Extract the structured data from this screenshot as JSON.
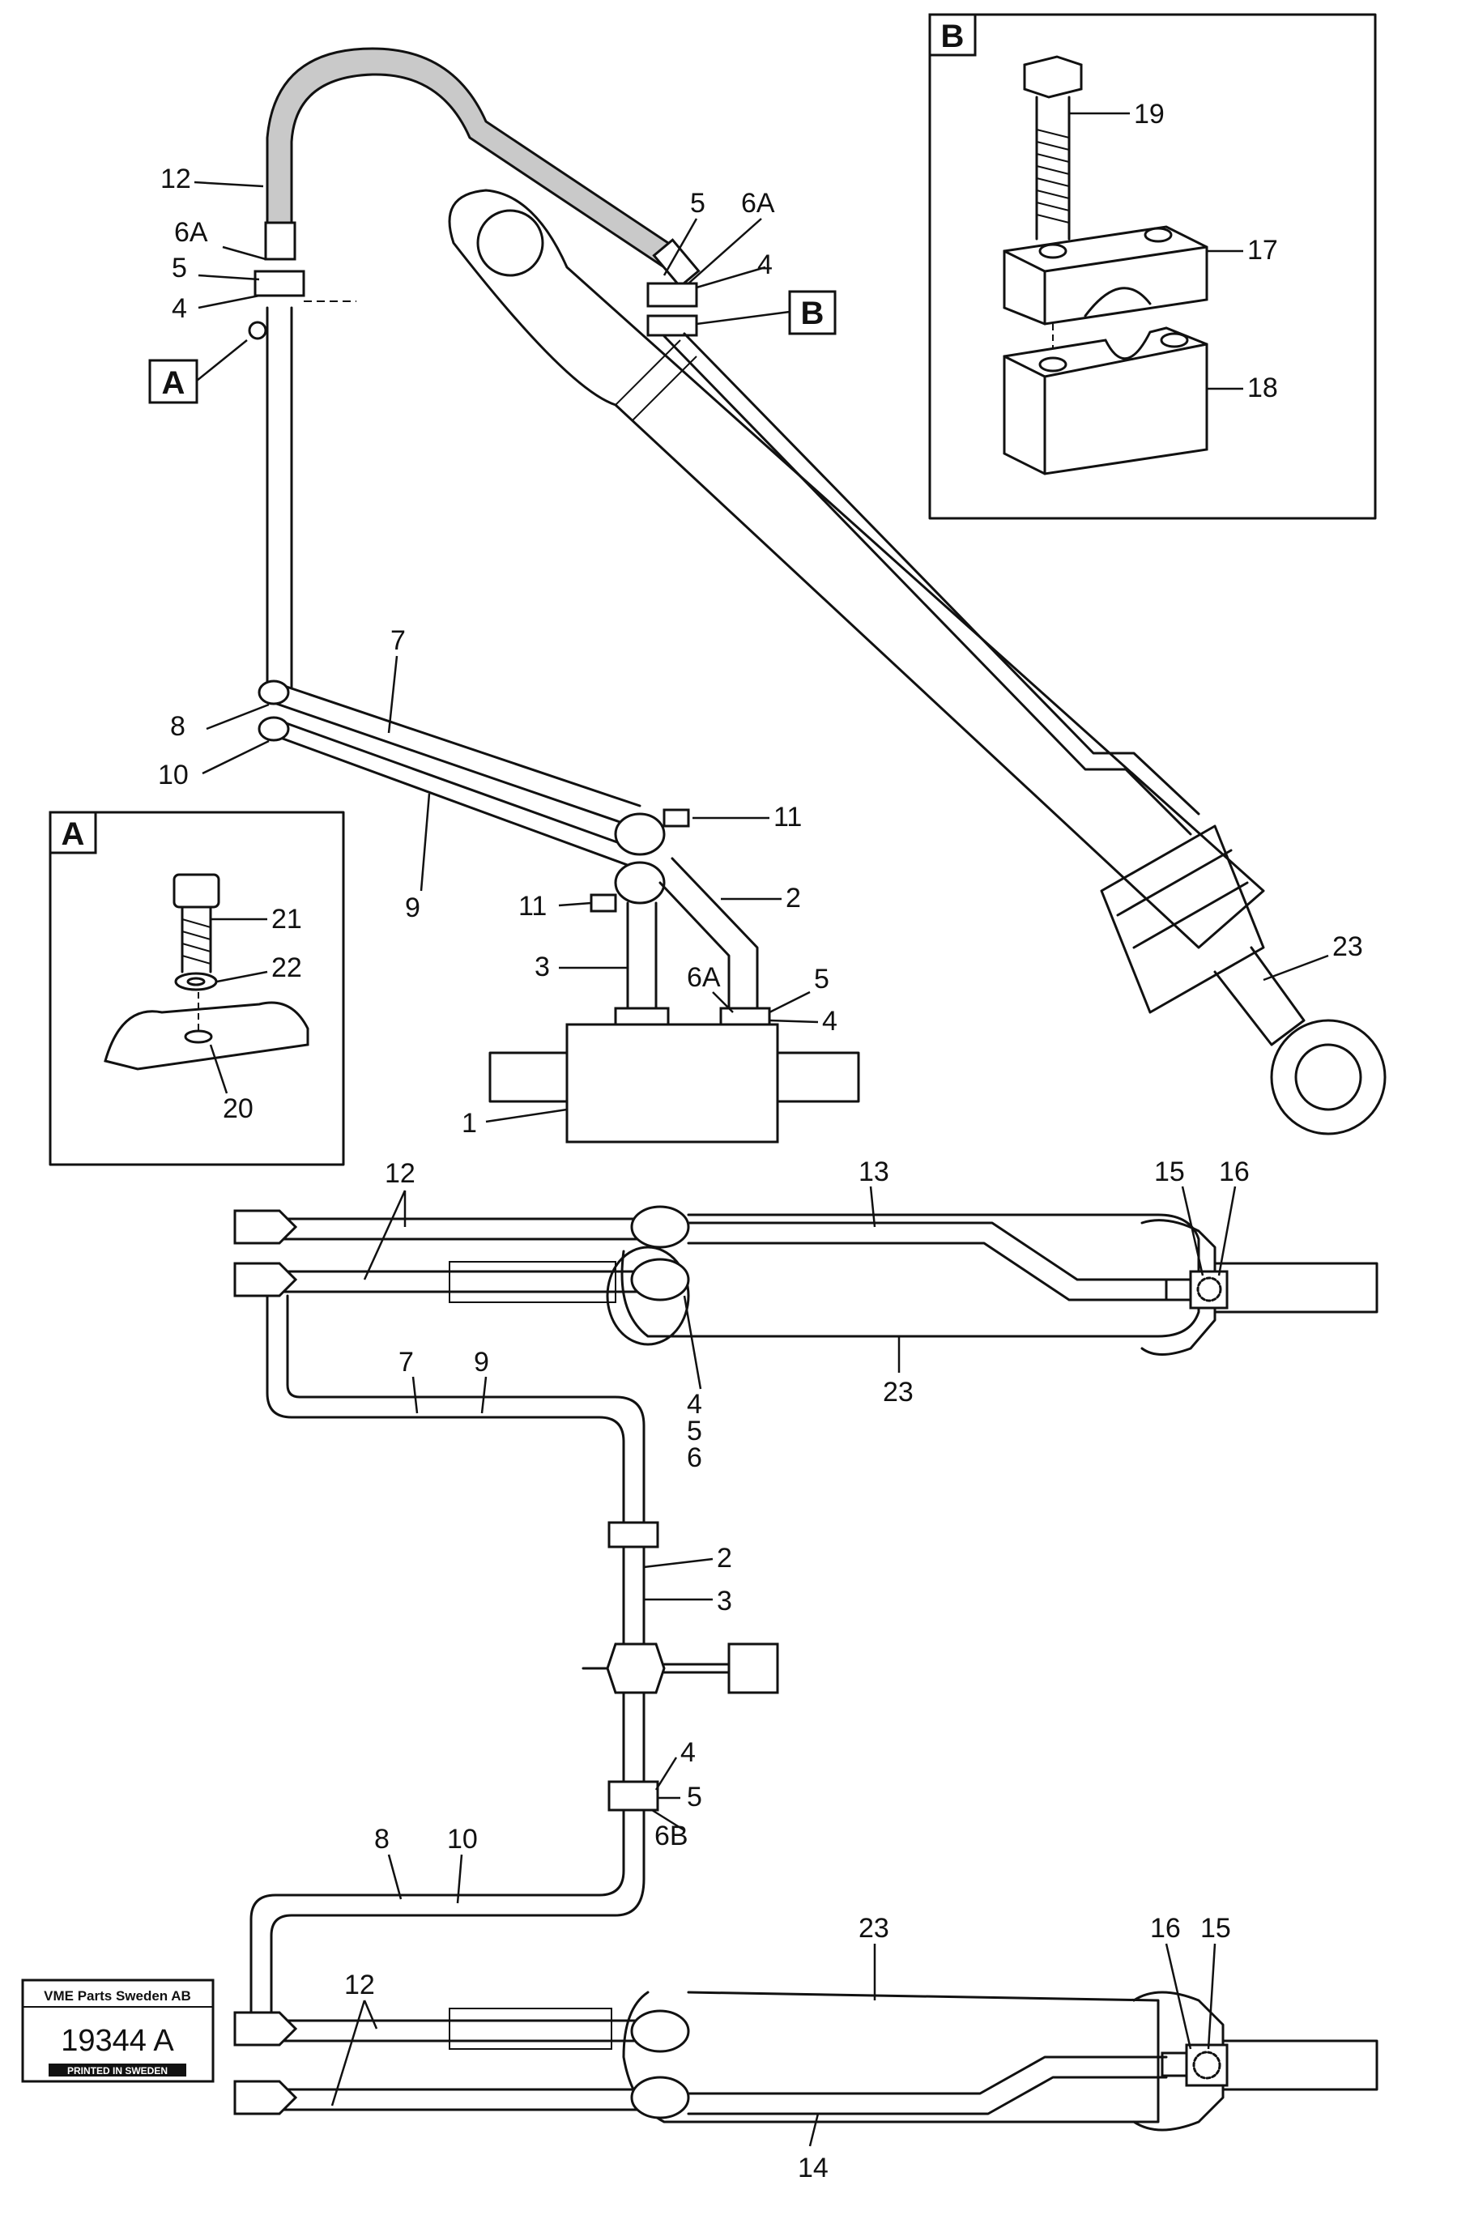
{
  "labels": {
    "top_12": "12",
    "top_6A_left": "6A",
    "top_5_left": "5",
    "top_4_left": "4",
    "top_5_right": "5",
    "top_6A_right": "6A",
    "top_4_right": "4",
    "top_7": "7",
    "top_8": "8",
    "top_10": "10",
    "top_9": "9",
    "top_11_upper": "11",
    "top_11_lower": "11",
    "top_2": "2",
    "top_3": "3",
    "top_6A_valve": "6A",
    "top_5_valve": "5",
    "top_4_valve": "4",
    "top_1": "1",
    "top_23": "23",
    "mid_12": "12",
    "mid_13": "13",
    "mid_15": "15",
    "mid_16": "16",
    "mid_23": "23",
    "mid_4": "4",
    "mid_5": "5",
    "mid_6": "6",
    "mid_7": "7",
    "mid_9": "9",
    "mid_2": "2",
    "mid_3": "3",
    "mid_4b": "4",
    "mid_5b": "5",
    "mid_6B": "6B",
    "bot_8": "8",
    "bot_10": "10",
    "bot_23": "23",
    "bot_16": "16",
    "bot_15": "15",
    "bot_12": "12",
    "bot_14": "14"
  },
  "detail_A": {
    "title": "A",
    "labels": [
      "21",
      "22",
      "20"
    ]
  },
  "detail_B": {
    "title": "B",
    "labels": [
      "19",
      "17",
      "18"
    ]
  },
  "callout_A": "A",
  "callout_B": "B",
  "stamp": {
    "company": "VME Parts Sweden AB",
    "number": "19344 A",
    "printed": "PRINTED IN SWEDEN"
  }
}
